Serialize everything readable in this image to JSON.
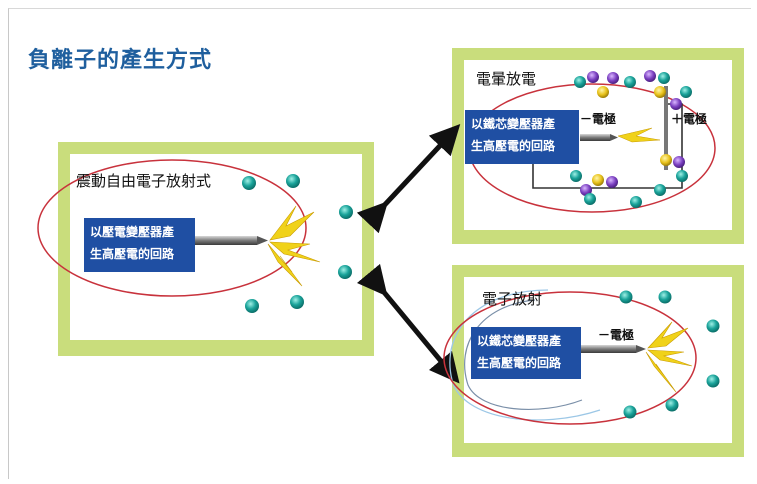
{
  "title": "負離子的產生方式",
  "colors": {
    "title": "#1f5f9e",
    "panel_border": "#c9dd7c",
    "box": "#1f4fa3",
    "ellipse": "#c8323c",
    "ion": "#1aa39a",
    "spark": "#f0d21a"
  },
  "left_panel": {
    "caption": "震動自由電子放射式",
    "box_line1": "以壓電變壓器產",
    "box_line2": "生高壓電的回路"
  },
  "top_right_panel": {
    "caption": "電暈放電",
    "box_line1": "以鐵芯變壓器產",
    "box_line2": "生高壓電的回路",
    "neg_label": "－電極",
    "pos_label": "＋電極"
  },
  "bottom_right_panel": {
    "caption": "電子放射",
    "box_line1": "以鐵芯變壓器產",
    "box_line2": "生高壓電的回路",
    "neg_label": "－電極"
  }
}
